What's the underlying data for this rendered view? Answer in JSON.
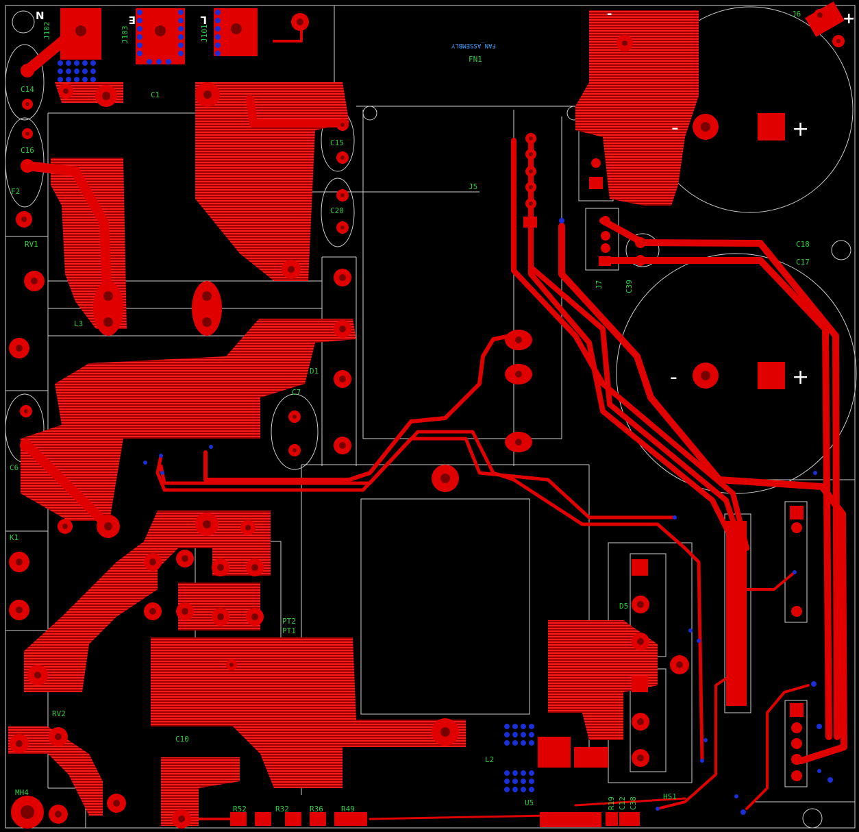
{
  "board": {
    "background": "#000000",
    "copper_color": "#e00000",
    "silk_color": "#2ecc40",
    "outline_color": "#cfcfcf",
    "via_color": "#1a2fd6"
  },
  "connectors": {
    "n_mark": "N",
    "e_mark": "E",
    "l_mark": "L",
    "j102": "J102",
    "j103": "J103",
    "j101": "J101",
    "j6": "J6",
    "j5": "J5",
    "j7": "J7"
  },
  "designators": {
    "c14": "C14",
    "c16": "C16",
    "f2": "F2",
    "rv1": "RV1",
    "c1": "C1",
    "c15": "C15",
    "c20": "C20",
    "l3": "L3",
    "d1": "D1",
    "c7": "C7",
    "c6": "C6",
    "k1": "K1",
    "pt2": "PT2",
    "pt1": "PT1",
    "rv2": "RV2",
    "c10": "C10",
    "mh4": "MH4",
    "l2": "L2",
    "u5": "U5",
    "d5": "D5",
    "hs1": "HS1",
    "c18": "C18",
    "c17": "C17",
    "c39": "C39",
    "fn1": "FN1",
    "r52": "R52",
    "r32": "R32",
    "r36": "R36",
    "r49": "R49",
    "r19": "R19",
    "c12": "C12",
    "c38": "C38",
    "fan_text": "FAN_ASSEMBLY"
  },
  "polarity": {
    "minus": "-",
    "plus": "+"
  }
}
